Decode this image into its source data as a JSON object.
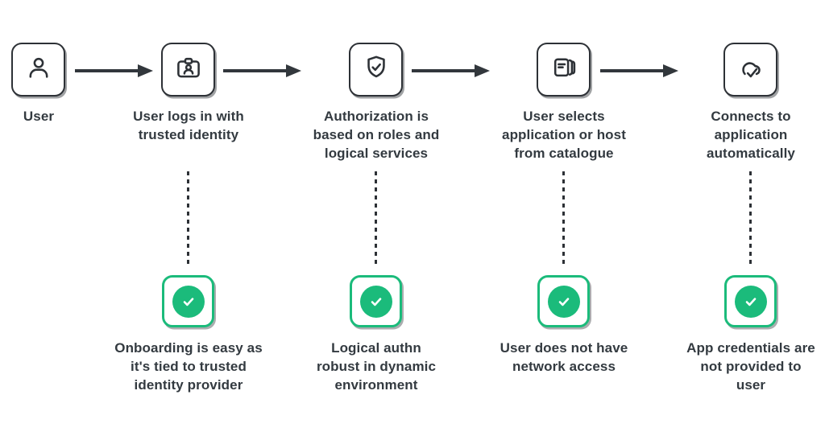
{
  "colors": {
    "ink": "#333a40",
    "icon_stroke": "#2d3136",
    "green": "#1bbb7b",
    "background": "#ffffff"
  },
  "flow": {
    "steps": [
      {
        "icon": "user-icon",
        "label": "User"
      },
      {
        "icon": "id-badge-icon",
        "label": "User logs in with\ntrusted identity",
        "benefit": "Onboarding is easy as\nit's tied to trusted\nidentity provider"
      },
      {
        "icon": "shield-check-icon",
        "label": "Authorization is\nbased on roles and\nlogical services",
        "benefit": "Logical authn\nrobust in dynamic\nenvironment"
      },
      {
        "icon": "catalogue-icon",
        "label": "User selects\napplication or host\nfrom catalogue",
        "benefit": "User does not have\nnetwork access"
      },
      {
        "icon": "cloud-check-icon",
        "label": "Connects to\napplication\nautomatically",
        "benefit": "App credentials are\nnot provided to\nuser"
      }
    ]
  }
}
